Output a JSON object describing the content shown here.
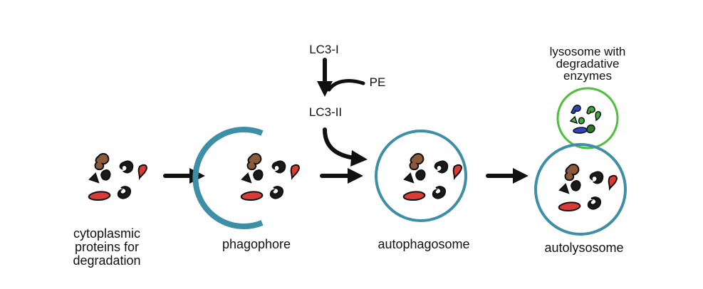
{
  "labels": {
    "cytoplasmic": [
      "cytoplasmic",
      "proteins for",
      "degradation"
    ],
    "phagophore": "phagophore",
    "autophagosome": "autophagosome",
    "autolysosome": "autolysosome",
    "lysosome": [
      "lysosome with",
      "degradative",
      "enzymes"
    ],
    "lc3_i": "LC3-I",
    "lc3_ii": "LC3-II",
    "pe": "PE"
  },
  "colors": {
    "membrane": "#3d8fa6",
    "lysosome_membrane": "#4cbf3c",
    "protein_brown": "#8a5a3a",
    "protein_red": "#d93b36",
    "protein_black": "#1a1a1a",
    "enzyme_blue": "#2f45b8",
    "enzyme_green": "#3ea83a",
    "enzyme_dark_green": "#2f7a2a",
    "arrow": "#111111"
  }
}
